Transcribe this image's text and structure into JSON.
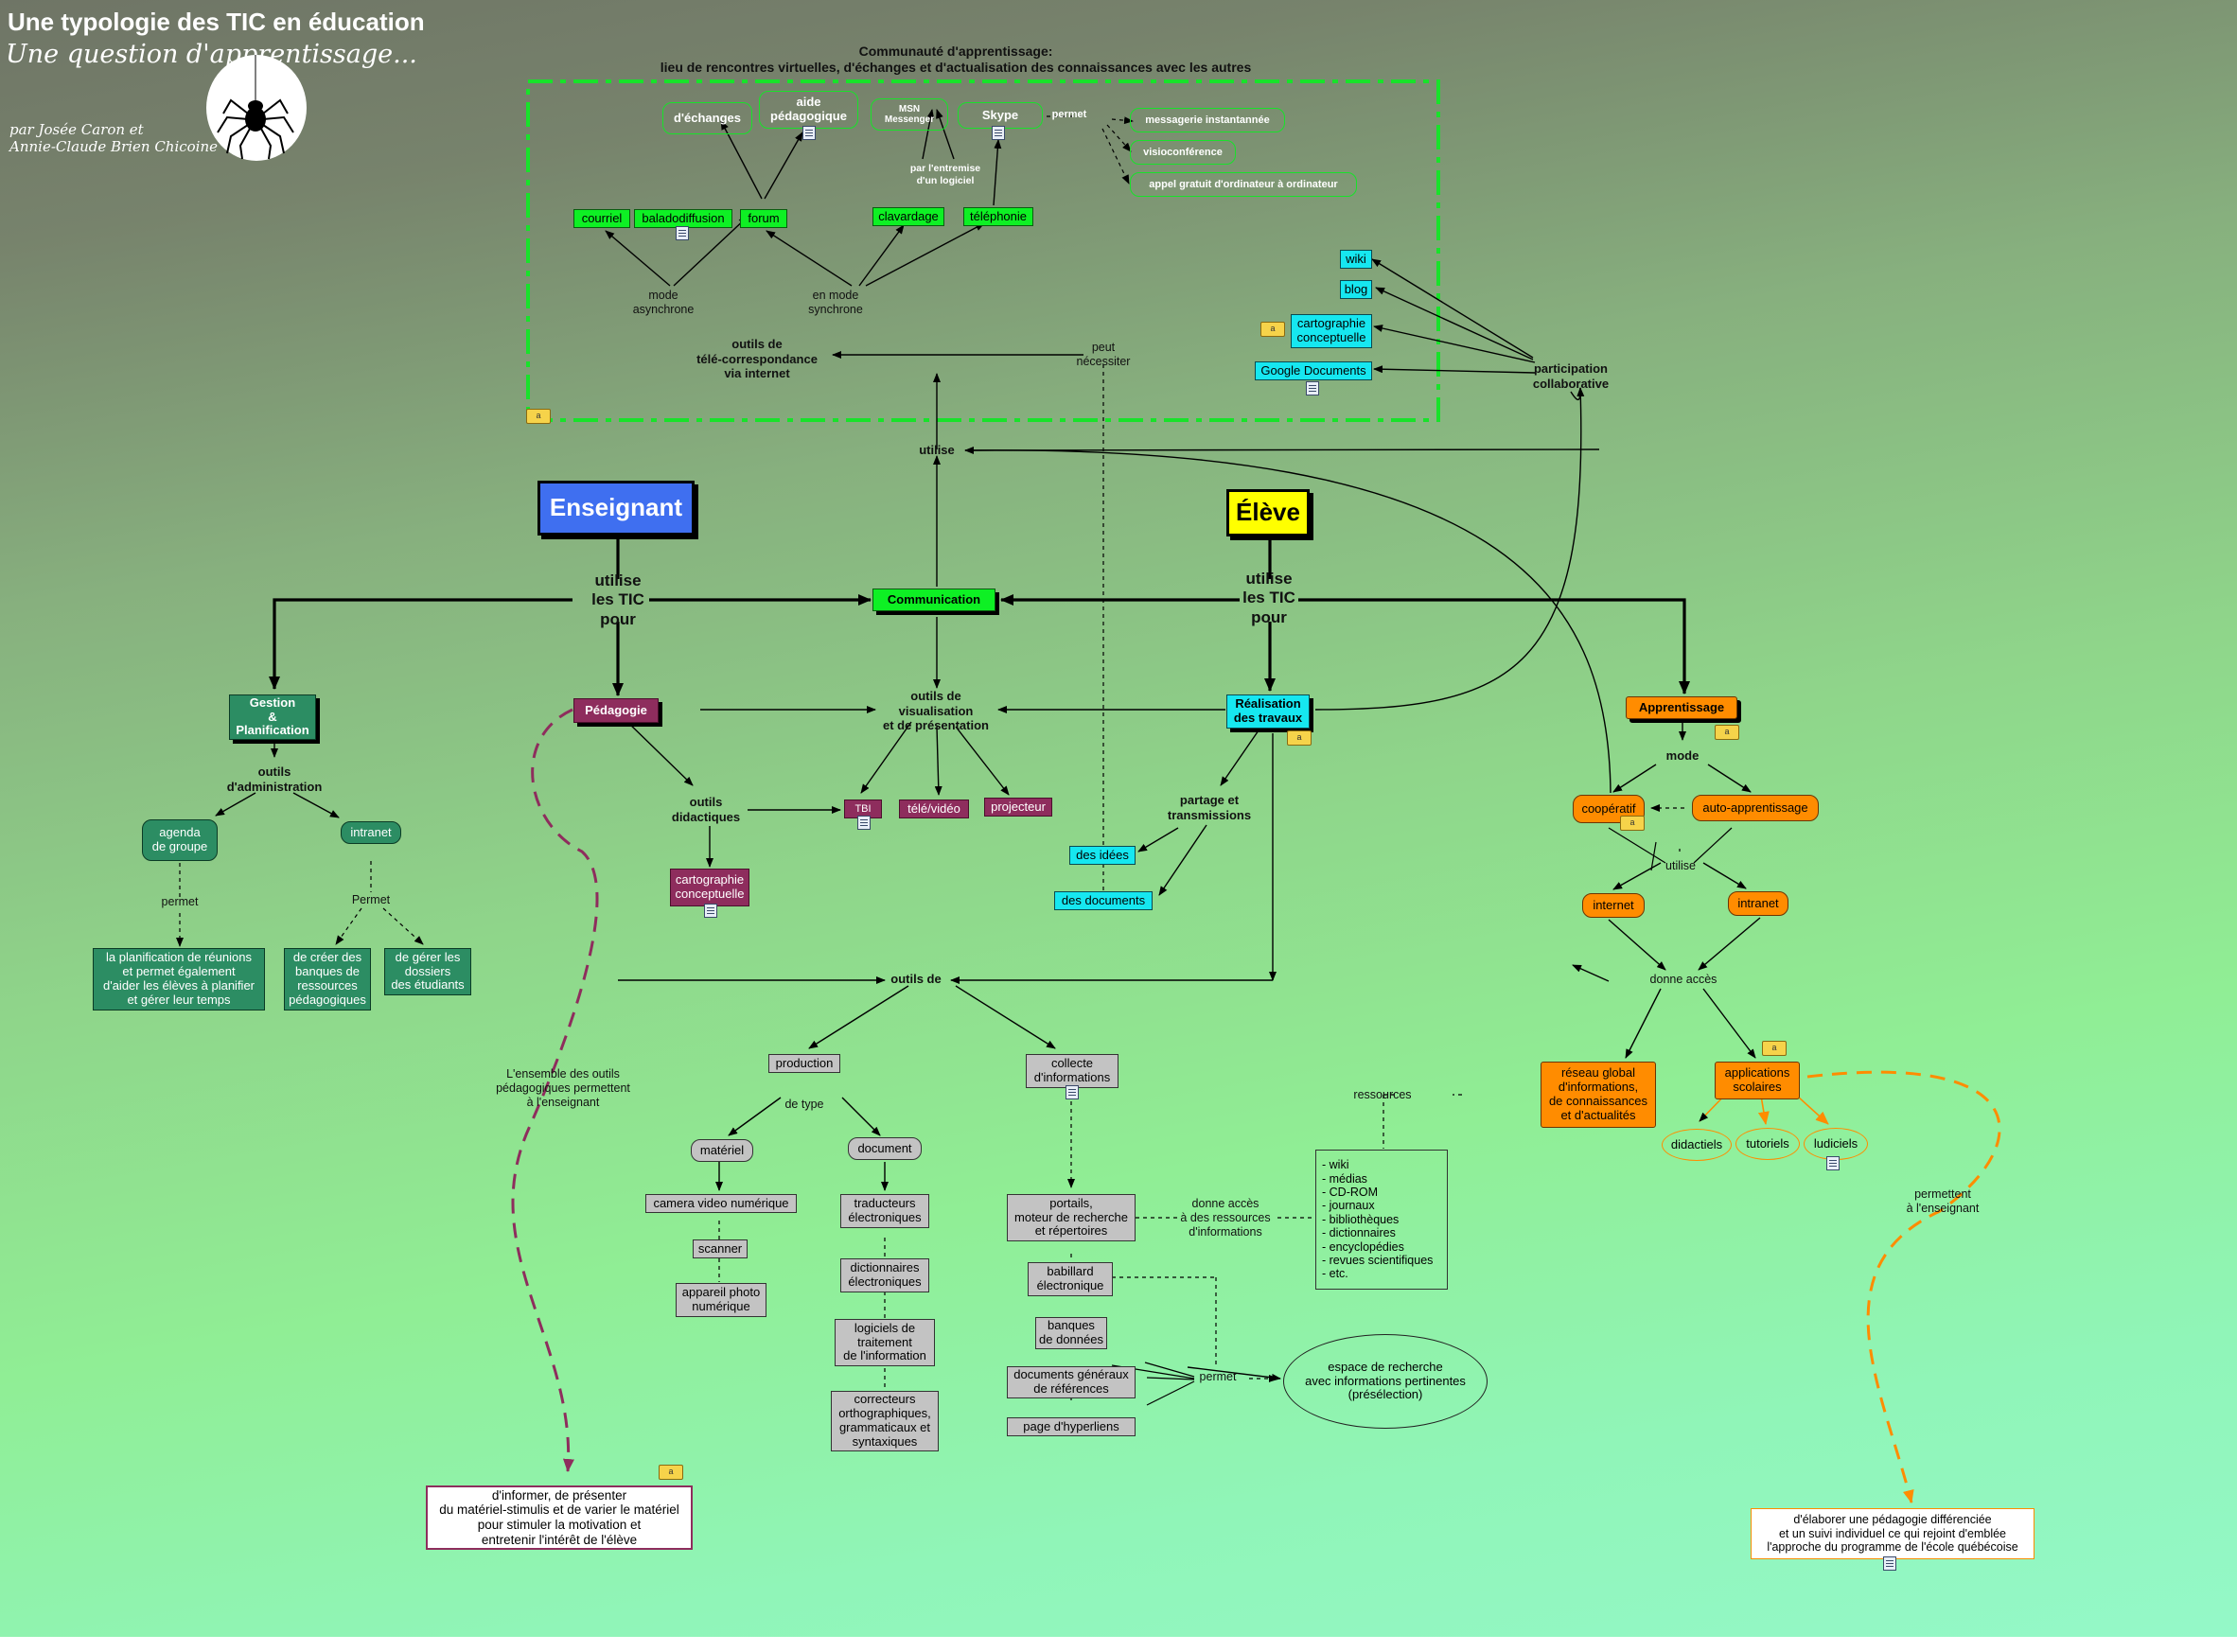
{
  "header": {
    "title": "Une typologie des TIC en éducation",
    "subtitle": "Une question d'apprentissage...",
    "authors": "par Josée Caron et\nAnnie-Claude Brien Chicoine"
  },
  "community": {
    "title": "Communauté d'apprentissage:\nlieu de rencontres virtuelles, d'échanges et d'actualisation des connaissances avec les autres",
    "nodes": {
      "echanges": "d'échanges",
      "aide": "aide\npédagogique",
      "msn": "MSN\nMessenger",
      "skype": "Skype",
      "permet": "permet",
      "messagerie": "messagerie instantannée",
      "visio": "visioconférence",
      "appel": "appel gratuit d'ordinateur à ordinateur",
      "par_logiciel": "par l'entremise\nd'un logiciel",
      "courriel": "courriel",
      "balado": "baladodiffusion",
      "forum": "forum",
      "clavardage": "clavardage",
      "telephonie": "téléphonie",
      "asynchrone": "mode\nasynchrone",
      "synchrone": "en mode\nsynchrone",
      "tele": "outils de\ntélé-correspondance\nvia internet",
      "peut": "peut\nnécessiter"
    }
  },
  "collab": {
    "wiki": "wiki",
    "blog": "blog",
    "carto": "cartographie\nconceptuelle",
    "google": "Google Documents",
    "participation": "participation\ncollaborative"
  },
  "main": {
    "enseignant": "Enseignant",
    "eleve": "Élève",
    "utilise_tic_1": "utilise\nles TIC\npour",
    "utilise_tic_2": "utilise\nles TIC\npour",
    "communication": "Communication",
    "utilise": "utilise",
    "gestion": "Gestion\n&\nPlanification",
    "pedagogie": "Pédagogie",
    "realisation": "Réalisation\ndes travaux",
    "apprentissage": "Apprentissage"
  },
  "gestion_branch": {
    "outils_admin": "outils\nd'administration",
    "agenda": "agenda\nde groupe",
    "intranet": "intranet",
    "permet1": "permet",
    "permet2": "Permet",
    "planif": "la planification de réunions\net permet également\nd'aider les élèves à planifier\net gérer leur temps",
    "banques": "de créer des\nbanques de\nressources\npédagogiques",
    "dossiers": "de gérer les\ndossiers\ndes étudiants"
  },
  "pedagogie_branch": {
    "outils_visu": "outils de\nvisualisation\net de présentation",
    "outils_didact": "outils\ndidactiques",
    "tbi": "TBI",
    "televideo": "télé/vidéo",
    "projecteur": "projecteur",
    "carto": "cartographie\nconceptuelle",
    "ensemble": "L'ensemble des outils\npédagogiques permettent\nà l'enseignant",
    "informer": "d'informer, de présenter\ndu matériel-stimulis et de varier le matériel\npour stimuler la motivation et\nentretenir l'intérêt de l'élève"
  },
  "realisation_branch": {
    "partage": "partage et\ntransmissions",
    "idees": "des idées",
    "documents": "des documents"
  },
  "outils_de": {
    "outils_de": "outils de",
    "production": "production",
    "collecte": "collecte\nd'informations",
    "de_type": "de type",
    "materiel": "matériel",
    "document": "document",
    "camera": "camera video numérique",
    "scanner": "scanner",
    "appareil": "appareil photo\nnumérique",
    "traducteurs": "traducteurs\nélectroniques",
    "dictionnaires": "dictionnaires\nélectroniques",
    "logiciels": "logiciels de\ntraitement\nde l'information",
    "correcteurs": "correcteurs\northographiques,\ngrammaticaux et\nsyntaxiques",
    "portails": "portails,\nmoteur de recherche\net répertoires",
    "donne_acces": "donne accès\nà des ressources\nd'informations",
    "ressources_list": "- wiki\n- médias\n- CD-ROM\n- journaux\n- bibliothèques\n- dictionnaires\n- encyclopédies\n- revues scientifiques\n- etc.",
    "babillard": "babillard\nélectronique",
    "banques": "banques\nde données",
    "docs_gen": "documents généraux\nde références",
    "hyperliens": "page d'hyperliens",
    "permet": "permet",
    "espace": "espace de recherche\navec informations pertinentes\n(présélection)"
  },
  "apprentissage_branch": {
    "mode": "mode",
    "cooperatif": "coopératif",
    "auto": "auto-apprentissage",
    "utilise": "utilise",
    "internet": "internet",
    "intranet": "intranet",
    "donne_acces": "donne accès",
    "reseau": "réseau global\nd'informations,\nde connaissances\net d'actualités",
    "applications": "applications\nscolaires",
    "ressources": "ressources",
    "didactiels": "didactiels",
    "tutoriels": "tutoriels",
    "ludiciels": "ludiciels",
    "permettent": "permettent\nà l'enseignant",
    "elaborer": "d'élaborer une pédagogie différenciée\net un suivi individuel ce qui rejoint d'emblée\nl'approche du programme de l'école québécoise"
  },
  "colors": {
    "communication_green": "#0ef024",
    "collab_cyan": "#16e7f0",
    "pedagogie_purple": "#8e2d5d",
    "gestion_teal": "#2c8d63",
    "apprentissage_orange": "#ff8c00",
    "enseignant_blue": "#3f6ff0",
    "eleve_yellow": "#ffff00"
  }
}
